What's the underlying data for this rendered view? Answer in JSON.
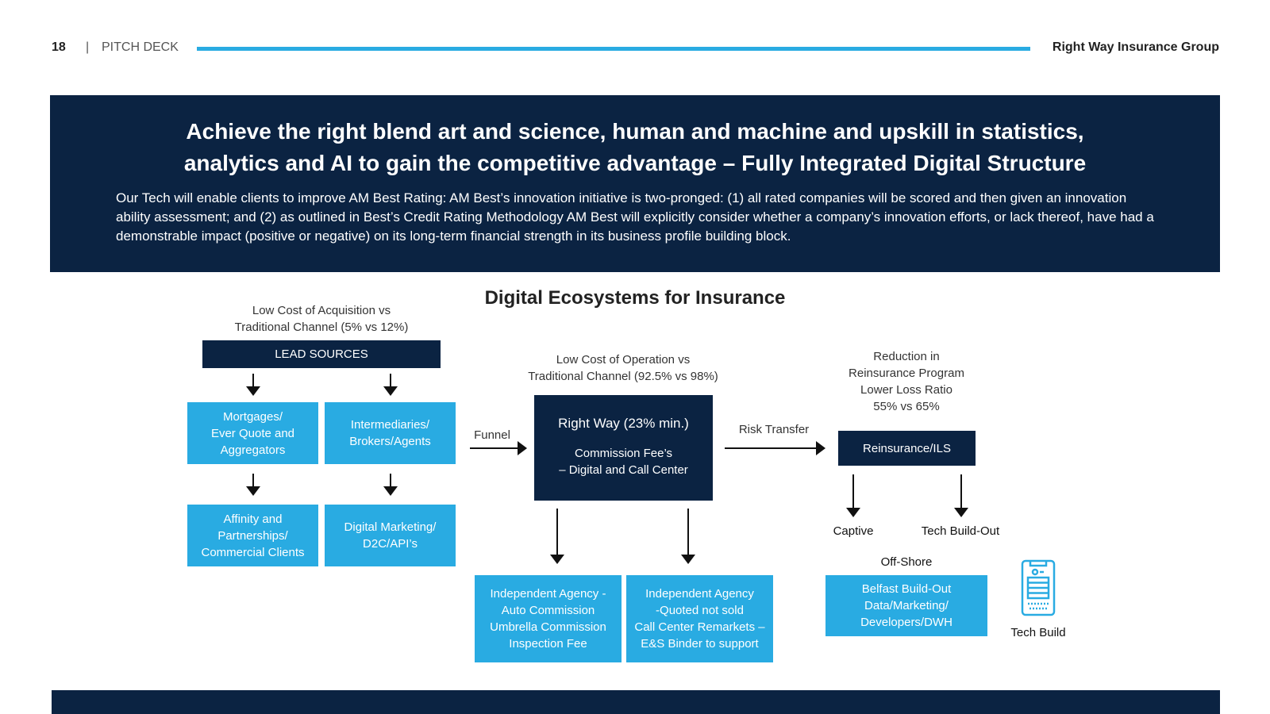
{
  "header": {
    "page_number": "18",
    "separator": "|",
    "section": "PITCH DECK",
    "company": "Right Way Insurance Group"
  },
  "banner": {
    "title": "Achieve the right blend art and science, human and machine and upskill in statistics,\nanalytics and AI to gain the competitive advantage – Fully Integrated Digital Structure",
    "body": "Our Tech will enable clients to improve AM Best Rating:   AM Best’s innovation initiative is two-pronged: (1) all rated companies will be scored and then given an innovation ability assessment; and (2) as outlined in Best’s Credit Rating Methodology AM Best will explicitly consider whether a company’s innovation efforts, or lack thereof, have had a demonstrable impact (positive or negative) on its long-term financial strength in its business profile building block."
  },
  "diagram": {
    "title": "Digital Ecosystems for Insurance",
    "acq_note": "Low Cost of Acquisition vs\nTraditional Channel (5% vs 12%)",
    "lead_sources": "LEAD SOURCES",
    "lead_boxes": [
      "Mortgages/\nEver Quote and\nAggregators",
      "Intermediaries/\nBrokers/Agents",
      "Affinity and\nPartnerships/\nCommercial Clients",
      "Digital Marketing/\nD2C/API’s"
    ],
    "funnel": "Funnel",
    "op_note": "Low Cost of Operation vs\nTraditional Channel (92.5% vs 98%)",
    "center_title": "Right Way  (23% min.)",
    "center_sub": "Commission Fee’s\n– Digital and Call Center",
    "agency_boxes": [
      "Independent Agency -\nAuto Commission\nUmbrella Commission\nInspection Fee",
      "Independent Agency\n-Quoted not sold\nCall Center Remarkets –\nE&S Binder to support"
    ],
    "risk_transfer": "Risk Transfer",
    "reins_note": "Reduction in\nReinsurance Program\nLower Loss Ratio\n55% vs 65%",
    "reins_box": "Reinsurance/ILS",
    "captive": "Captive",
    "tech_buildout": "Tech Build-Out",
    "offshore": "Off-Shore",
    "belfast": "Belfast Build-Out\nData/Marketing/\nDevelopers/DWH",
    "tech_build": "Tech Build"
  }
}
